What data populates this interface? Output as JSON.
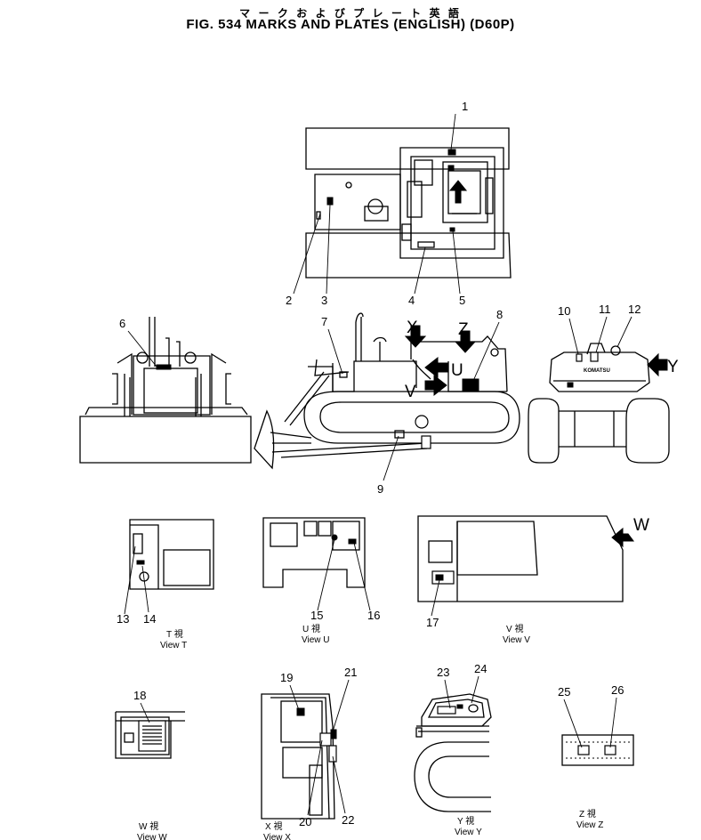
{
  "header": {
    "jp_title": "マ ー ク  お よ び  プ レ ー ト    英   語",
    "title": "FIG. 534  MARKS  AND  PLATES  (ENGLISH)  (D60P)"
  },
  "callouts": {
    "c1": "1",
    "c2": "2",
    "c3": "3",
    "c4": "4",
    "c5": "5",
    "c6": "6",
    "c7": "7",
    "c8": "8",
    "c9": "9",
    "c10": "10",
    "c11": "11",
    "c12": "12",
    "c13": "13",
    "c14": "14",
    "c15": "15",
    "c16": "16",
    "c17": "17",
    "c18": "18",
    "c19": "19",
    "c20": "20",
    "c21": "21",
    "c22": "22",
    "c23": "23",
    "c24": "24",
    "c25": "25",
    "c26": "26"
  },
  "view_markers": {
    "x": "X",
    "z": "Z",
    "u": "U",
    "v": "V",
    "y": "Y",
    "w": "W"
  },
  "brand": "KOMATSU",
  "views": {
    "t_jp": "T  視",
    "t_en": "View  T",
    "u_jp": "U  視",
    "u_en": "View  U",
    "v_jp": "V  視",
    "v_en": "View  V",
    "w_jp": "W  視",
    "w_en": "View  W",
    "x_jp": "X  視",
    "x_en": "View  X",
    "y_jp": "Y  視",
    "y_en": "View  Y",
    "z_jp": "Z  視",
    "z_en": "View  Z"
  }
}
